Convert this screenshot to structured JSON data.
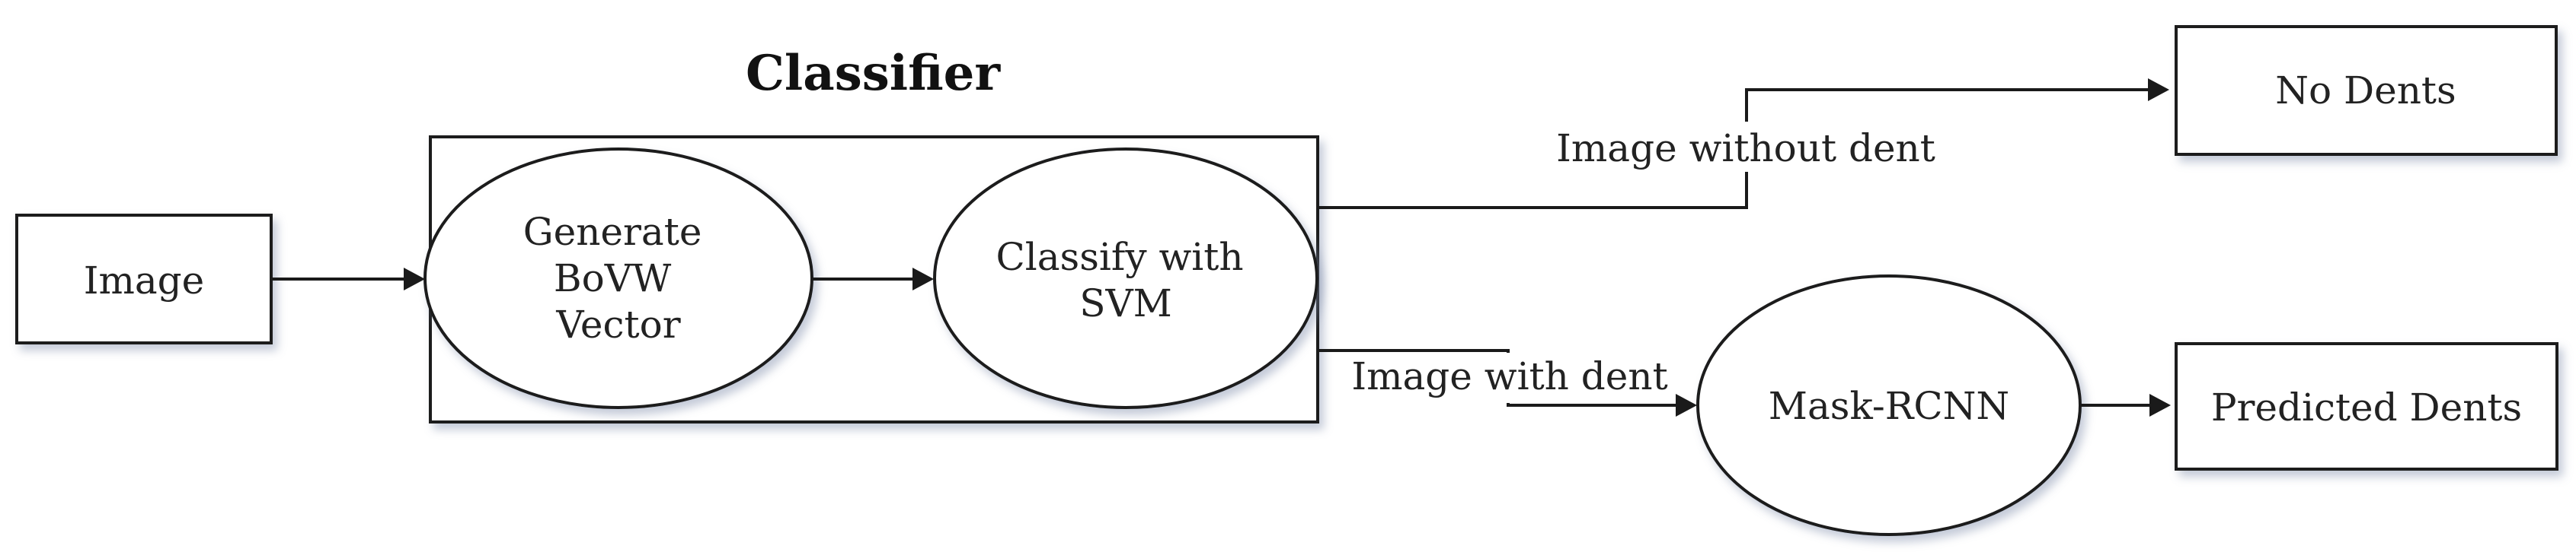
{
  "title": "Classifier",
  "nodes": {
    "image": "Image",
    "bovw": [
      "Generate",
      "BoVW",
      "Vector"
    ],
    "svm": [
      "Classify with",
      "SVM"
    ],
    "mask_rcnn": "Mask-RCNN",
    "no_dents": "No Dents",
    "predicted_dents": "Predicted Dents"
  },
  "edges": {
    "without_dent": "Image without dent",
    "with_dent": "Image with dent"
  },
  "colors": {
    "stroke": "#1a1a1a",
    "fill": "#ffffff",
    "text": "#222222"
  }
}
